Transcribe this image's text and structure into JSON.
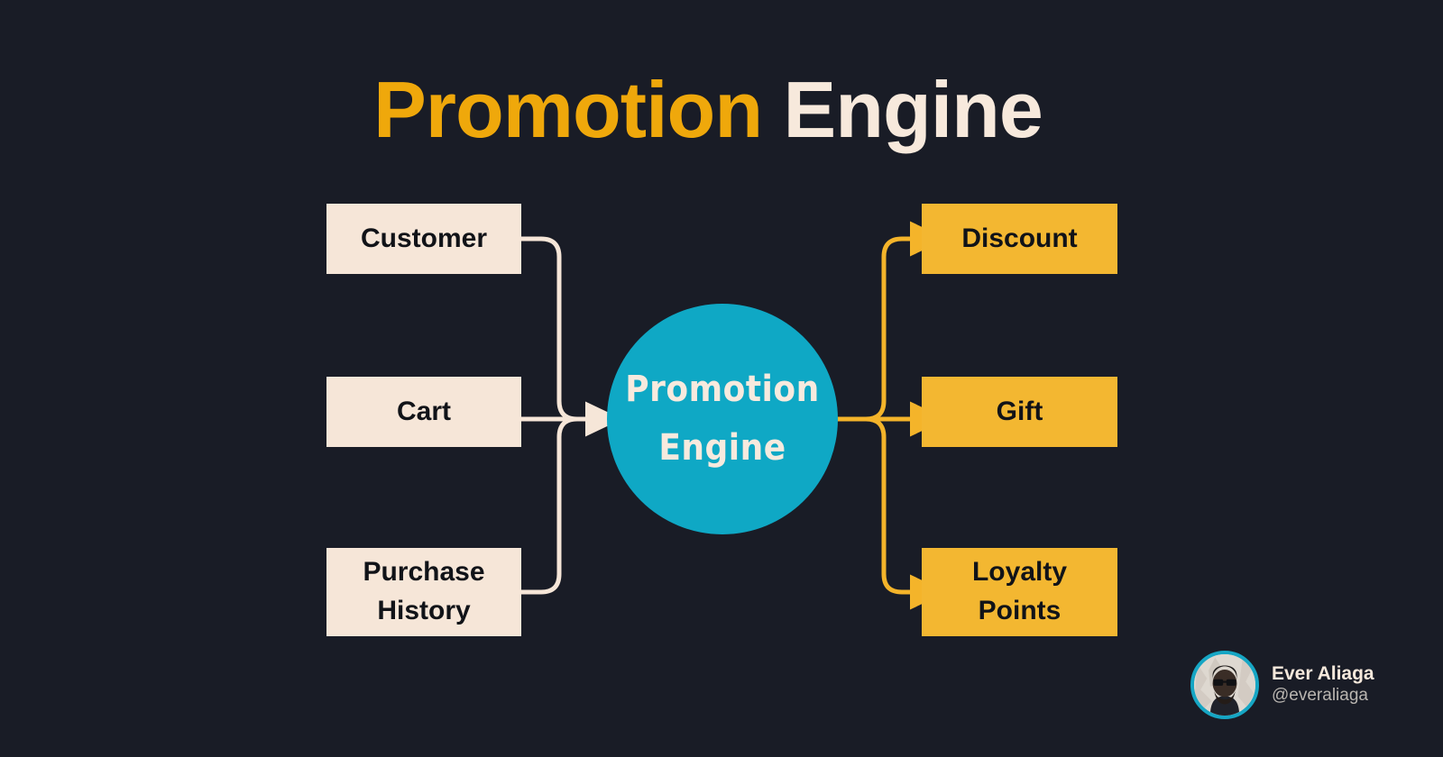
{
  "background_color": "#191C26",
  "title": {
    "accent_word": "Promotion",
    "plain_word": " Engine",
    "accent_color": "#EFA80B",
    "plain_color": "#F7E9DC"
  },
  "hub": {
    "line1": "Promotion",
    "line2": "Engine",
    "fill_color": "#0FA8C5",
    "text_color": "#F7EADE"
  },
  "inputs": {
    "fill_color": "#F6E6D8",
    "text_color": "#111318",
    "connector_color": "#F6E6D8",
    "items": [
      {
        "label": "Customer"
      },
      {
        "label": "Cart"
      },
      {
        "label_line1": "Purchase",
        "label_line2": "History"
      }
    ]
  },
  "outputs": {
    "fill_color": "#F3B731",
    "text_color": "#111318",
    "connector_color": "#F4B42A",
    "items": [
      {
        "label": "Discount"
      },
      {
        "label": "Gift"
      },
      {
        "label_line1": "Loyalty",
        "label_line2": "Points"
      }
    ]
  },
  "credit": {
    "name": "Ever Aliaga",
    "handle": "@everaliaga",
    "avatar_ring_color": "#16A6C4",
    "avatar_alt": "avatar-photo"
  }
}
